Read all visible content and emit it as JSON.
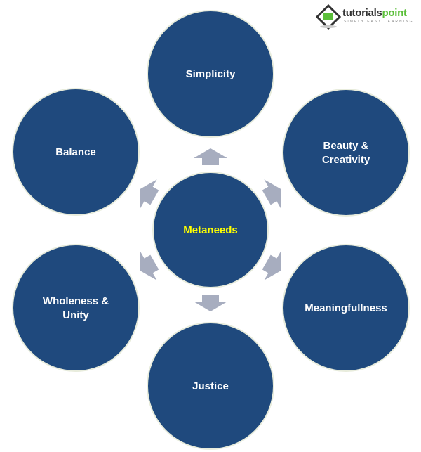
{
  "logo": {
    "brand_a": "tutorials",
    "brand_b": "point",
    "tagline": "SIMPLY EASY LEARNING"
  },
  "center": {
    "label": "Metaneeds",
    "color": "#ffff00"
  },
  "nodes": [
    {
      "lines": [
        "Simplicity"
      ]
    },
    {
      "lines": [
        "Beauty &",
        "Creativity"
      ]
    },
    {
      "lines": [
        "Meaningfullness"
      ]
    },
    {
      "lines": [
        "Justice"
      ]
    },
    {
      "lines": [
        "Wholeness &",
        "Unity"
      ]
    },
    {
      "lines": [
        "Balance"
      ]
    }
  ],
  "colors": {
    "circle": "#1f497d",
    "arrow": "#a7adbf",
    "border": "#e8ecdc"
  }
}
